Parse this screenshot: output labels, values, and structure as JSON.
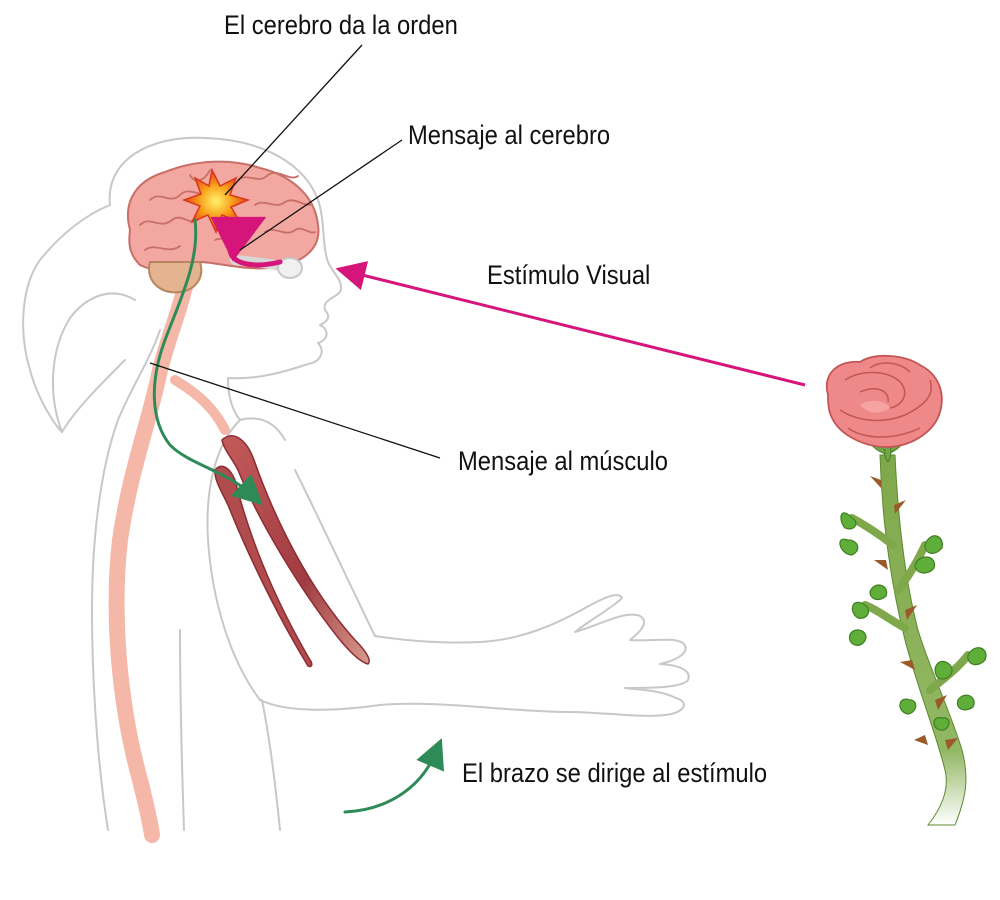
{
  "labels": {
    "brain_order": "El cerebro da la orden",
    "message_to_brain": "Mensaje al cerebro",
    "visual_stimulus": "Estímulo Visual",
    "message_to_muscle": "Mensaje al músculo",
    "arm_moves": "El brazo se dirige al estímulo"
  },
  "colors": {
    "outline": "#c8c8c8",
    "brain": "#f2a7a0",
    "brain_fold": "#c86f67",
    "spine": "#f5b8a8",
    "muscle": "#b0494d",
    "stimulus_arrow": "#d6157a",
    "motor_arrow": "#2e8b57",
    "petal": "#ef8888",
    "stem": "#7fa84a",
    "leaf": "#5fae3a",
    "spark": "#f26a1b"
  }
}
